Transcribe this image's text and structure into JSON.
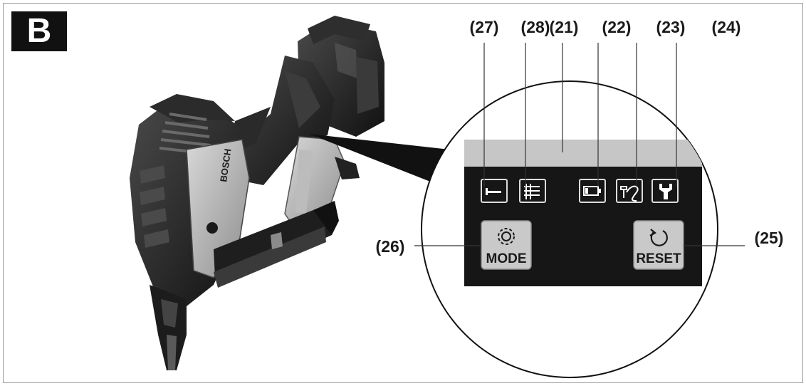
{
  "figure": {
    "letter": "B"
  },
  "callouts": {
    "c27": "(27)",
    "c28": "(28)",
    "c21": "(21)",
    "c22": "(22)",
    "c23": "(23)",
    "c24": "(24)",
    "c26": "(26)",
    "c25": "(25)"
  },
  "panel": {
    "mode_label": "MODE",
    "reset_label": "RESET",
    "icons": [
      "nail-icon",
      "nail-stack-icon",
      "battery-icon",
      "service-hose-icon",
      "wrench-icon",
      "gear-icon",
      "reset-arrow-icon"
    ]
  },
  "tool": {
    "brand_mark": "BOSCH"
  },
  "colors": {
    "panel_dark": "#161616",
    "panel_grey": "#c6c6c6",
    "button": "#c9c9c9",
    "tool_body": "#1c1c1c",
    "tool_silver": "#a8a8a8"
  }
}
